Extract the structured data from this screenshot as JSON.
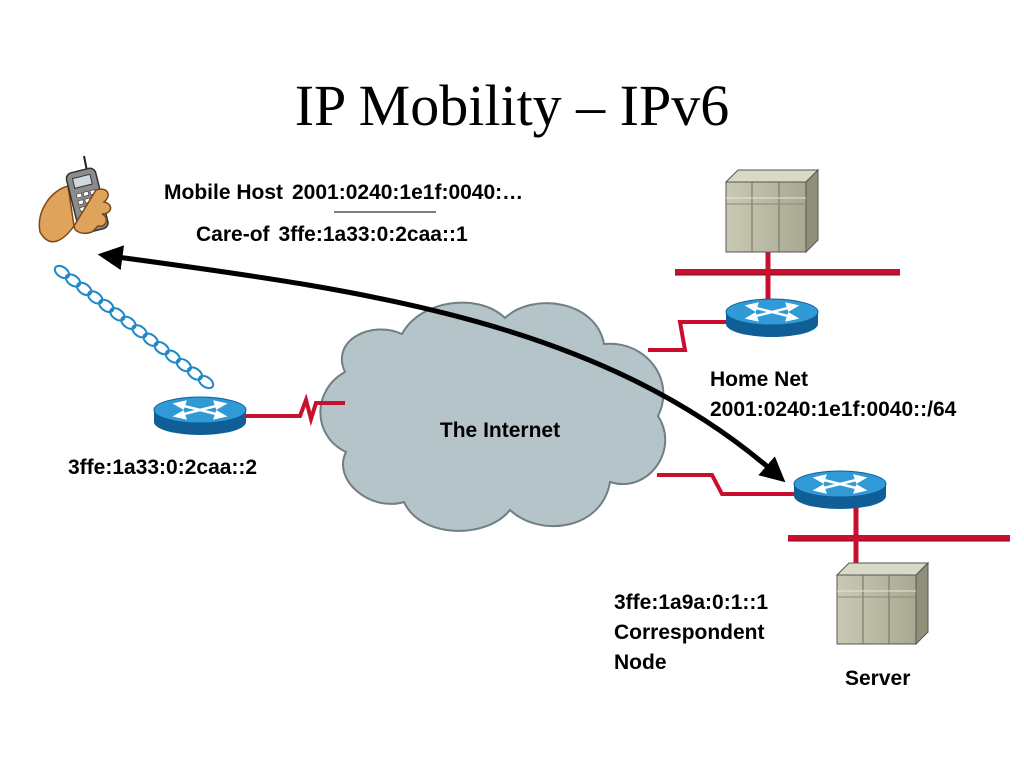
{
  "slide": {
    "title": "IP Mobility – IPv6"
  },
  "mobile_host": {
    "label": "Mobile Host",
    "address": "2001:0240:1e1f:0040:…",
    "care_of_label": "Care-of",
    "care_of_address": "3ffe:1a33:0:2caa::1"
  },
  "internet": {
    "label": "The Internet"
  },
  "foreign_router": {
    "address": "3ffe:1a33:0:2caa::2"
  },
  "home_net": {
    "label": "Home Net",
    "prefix": "2001:0240:1e1f:0040::/64"
  },
  "correspondent": {
    "address": "3ffe:1a9a:0:1::1",
    "line1": "Correspondent",
    "line2": "Node"
  },
  "server": {
    "label": "Server"
  },
  "colors": {
    "link": "#c8102e",
    "router": "#1e88c8",
    "cloud": "#b4c4c8",
    "server": "#b8b8a2"
  }
}
